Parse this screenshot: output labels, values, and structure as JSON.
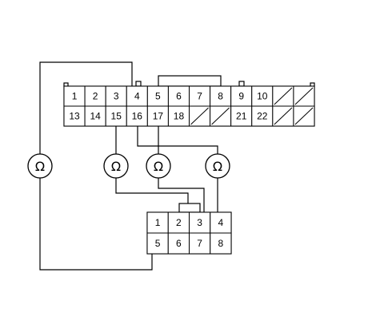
{
  "upper_connector": {
    "top_row": [
      "1",
      "2",
      "3",
      "4",
      "5",
      "6",
      "7",
      "8",
      "9",
      "10",
      "",
      ""
    ],
    "bottom_row": [
      "13",
      "14",
      "15",
      "16",
      "17",
      "18",
      "",
      "",
      "21",
      "22",
      "",
      ""
    ]
  },
  "lower_connector": {
    "top_row": [
      "1",
      "2",
      "3",
      "4"
    ],
    "bottom_row": [
      "5",
      "6",
      "7",
      "8"
    ]
  },
  "meters": [
    {
      "symbol": "Ω"
    },
    {
      "symbol": "Ω"
    },
    {
      "symbol": "Ω"
    },
    {
      "symbol": "Ω"
    }
  ]
}
